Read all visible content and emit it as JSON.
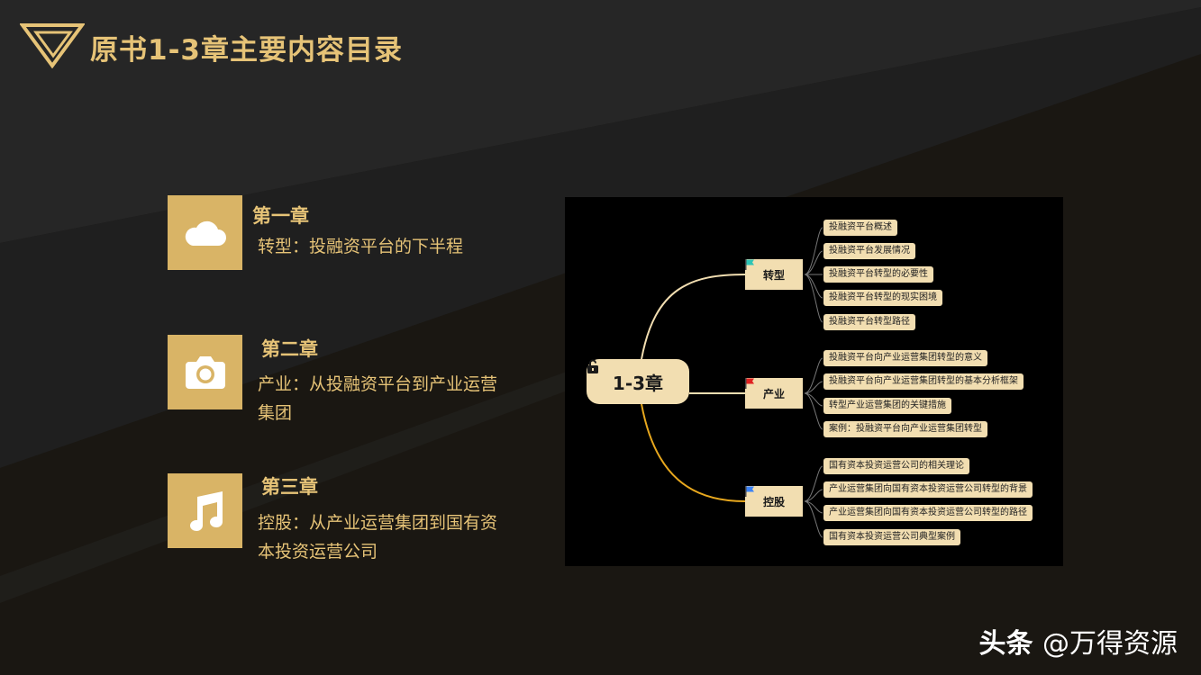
{
  "title": "原书1-3章主要内容目录",
  "colors": {
    "gold": "#e6c377",
    "icon_bg": "#d9b466",
    "node_bg": "#f2deb1"
  },
  "chapters": [
    {
      "icon": "cloud-icon",
      "heading": "第一章",
      "desc_lines": [
        "转型：投融资平台的下半程"
      ]
    },
    {
      "icon": "camera-icon",
      "heading": "第二章",
      "desc_lines": [
        "产业：从投融资平台到产业运营",
        "集团"
      ]
    },
    {
      "icon": "music-note-icon",
      "heading": "第三章",
      "desc_lines": [
        "控股：从产业运营集团到国有资",
        "本投资运营公司"
      ]
    }
  ],
  "mindmap": {
    "root": {
      "label": "1-3章",
      "icon": "lock-open-icon"
    },
    "branches": [
      {
        "label": "转型",
        "flag_icon": "flag-icon",
        "flag_color": "#2ec4b6",
        "items": [
          "投融资平台概述",
          "投融资平台发展情况",
          "投融资平台转型的必要性",
          "投融资平台转型的现实困境",
          "投融资平台转型路径"
        ]
      },
      {
        "label": "产业",
        "flag_icon": "flag-icon",
        "flag_color": "#e02020",
        "items": [
          "投融资平台向产业运营集团转型的意义",
          "投融资平台向产业运营集团转型的基本分析框架",
          "转型产业运营集团的关键措施",
          "案例：投融资平台向产业运营集团转型"
        ]
      },
      {
        "label": "控股",
        "flag_icon": "flag-icon",
        "flag_color": "#3b82f6",
        "items": [
          "国有资本投资运营公司的相关理论",
          "产业运营集团向国有资本投资运营公司转型的背景",
          "产业运营集团向国有资本投资运营公司转型的路径",
          "国有资本投资运营公司典型案例"
        ]
      }
    ]
  },
  "watermark": {
    "brand": "头条",
    "handle": "@万得资源"
  }
}
